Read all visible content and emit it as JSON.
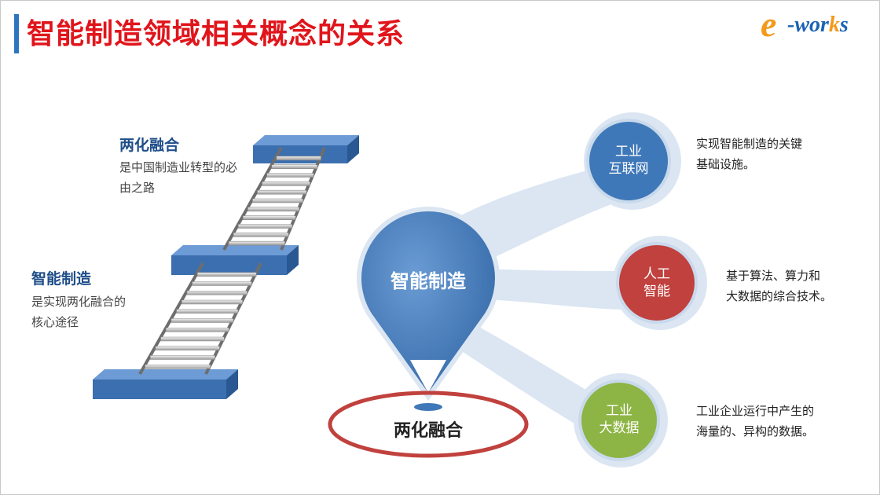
{
  "header": {
    "title": "智能制造领域相关概念的关系"
  },
  "logo": {
    "e": "e",
    "dash": "-",
    "works_main": "wor",
    "works_k": "k",
    "works_s": "s"
  },
  "left": {
    "upper": {
      "heading": "两化融合",
      "line1": "是中国制造业转型的必",
      "line2": "由之路"
    },
    "lower": {
      "heading": "智能制造",
      "line1": "是实现两化融合的",
      "line2": "核心途径"
    }
  },
  "center": {
    "label": "智能制造",
    "ellipse_label": "两化融合"
  },
  "nodes": [
    {
      "line1": "工业",
      "line2": "互联网",
      "desc1": "实现智能制造的关键",
      "desc2": "基础设施。",
      "color": "#3f78b8"
    },
    {
      "line1": "人工",
      "line2": "智能",
      "desc1": "基于算法、算力和",
      "desc2": "大数据的综合技术。",
      "color": "#c0413d"
    },
    {
      "line1": "工业",
      "line2": "大数据",
      "desc1": "工业企业运行中产生的",
      "desc2": "海量的、异构的数据。",
      "color": "#8db545"
    }
  ],
  "colors": {
    "title": "#e0151b",
    "accent_bar": "#2e75c0",
    "platform": "#4a80c2",
    "ellipse": "#c0413d",
    "bubble": "#dbe6f2"
  }
}
